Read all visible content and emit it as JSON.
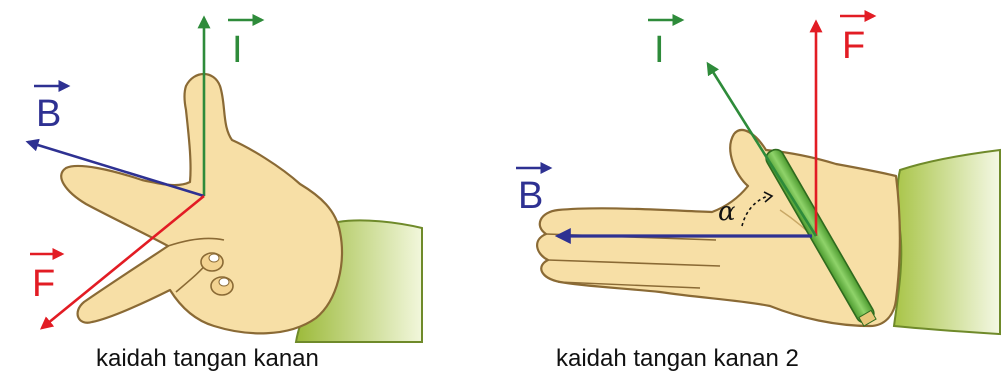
{
  "colors": {
    "magnetic_field": "#2e3192",
    "current": "#2e8b3a",
    "force": "#e21c24",
    "skin": "#f7dfa6",
    "skin_outline": "#8a6a35",
    "sleeve_light": "#eef5cf",
    "sleeve_dark": "#9cba3a",
    "rod": "#6fbf45"
  },
  "left_figure": {
    "labels": {
      "b": "B",
      "i": "I",
      "f": "F"
    },
    "caption": "kaidah tangan kanan"
  },
  "right_figure": {
    "labels": {
      "b": "B",
      "i": "I",
      "f": "F",
      "angle": "α"
    },
    "caption": "kaidah tangan kanan 2"
  }
}
